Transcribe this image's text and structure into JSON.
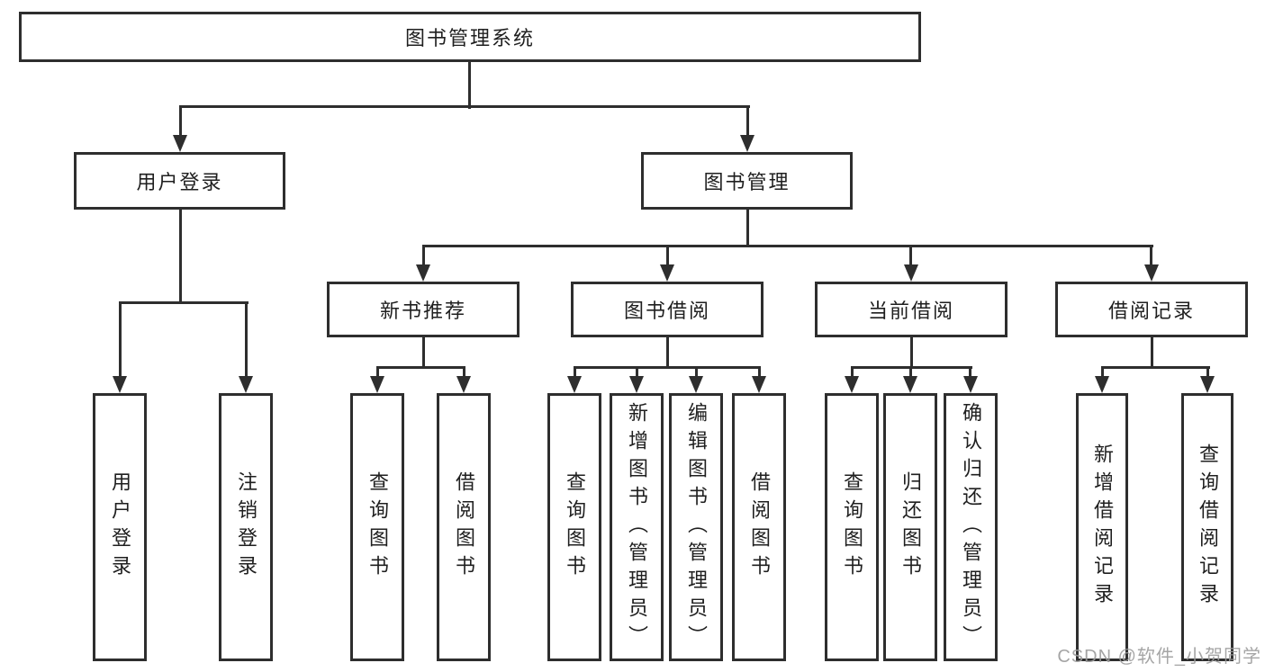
{
  "colors": {
    "line": "#2e2e2e",
    "text": "#1f1f1f",
    "background": "#ffffff",
    "watermark": "#9b9b9b"
  },
  "tree": {
    "root": "图书管理系统",
    "branches": [
      {
        "label": "用户登录",
        "children": [
          "用户登录",
          "注销登录"
        ]
      },
      {
        "label": "图书管理",
        "children": [
          {
            "label": "新书推荐",
            "children": [
              "查询图书",
              "借阅图书"
            ]
          },
          {
            "label": "图书借阅",
            "children": [
              "查询图书",
              "新增图书（管理员）",
              "编辑图书（管理员）",
              "借阅图书"
            ]
          },
          {
            "label": "当前借阅",
            "children": [
              "查询图书",
              "归还图书",
              "确认归还（管理员）"
            ]
          },
          {
            "label": "借阅记录",
            "children": [
              "新增借阅记录",
              "查询借阅记录"
            ]
          }
        ]
      }
    ]
  },
  "watermark": {
    "text": "CSDN @软件_小贺同学"
  }
}
